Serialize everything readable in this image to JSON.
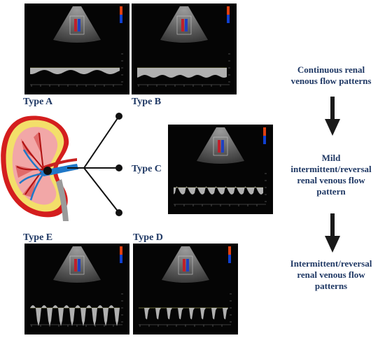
{
  "types": {
    "a": "Type A",
    "b": "Type B",
    "c": "Type C",
    "d": "Type D",
    "e": "Type E"
  },
  "patterns": {
    "continuous": [
      "Continuous renal",
      "venous flow patterns"
    ],
    "mild": [
      "Mild",
      "intermittent/reversal",
      "renal venous flow",
      "pattern"
    ],
    "intermittent": [
      "Intermittent/reversal",
      "renal venous flow",
      "patterns"
    ]
  },
  "colors": {
    "label": "#1f3864",
    "arrow": "#1a1a1a",
    "kidney_outer": "#d41e1e",
    "kidney_fat": "#f3df6a",
    "vein": "#1f78c8"
  }
}
